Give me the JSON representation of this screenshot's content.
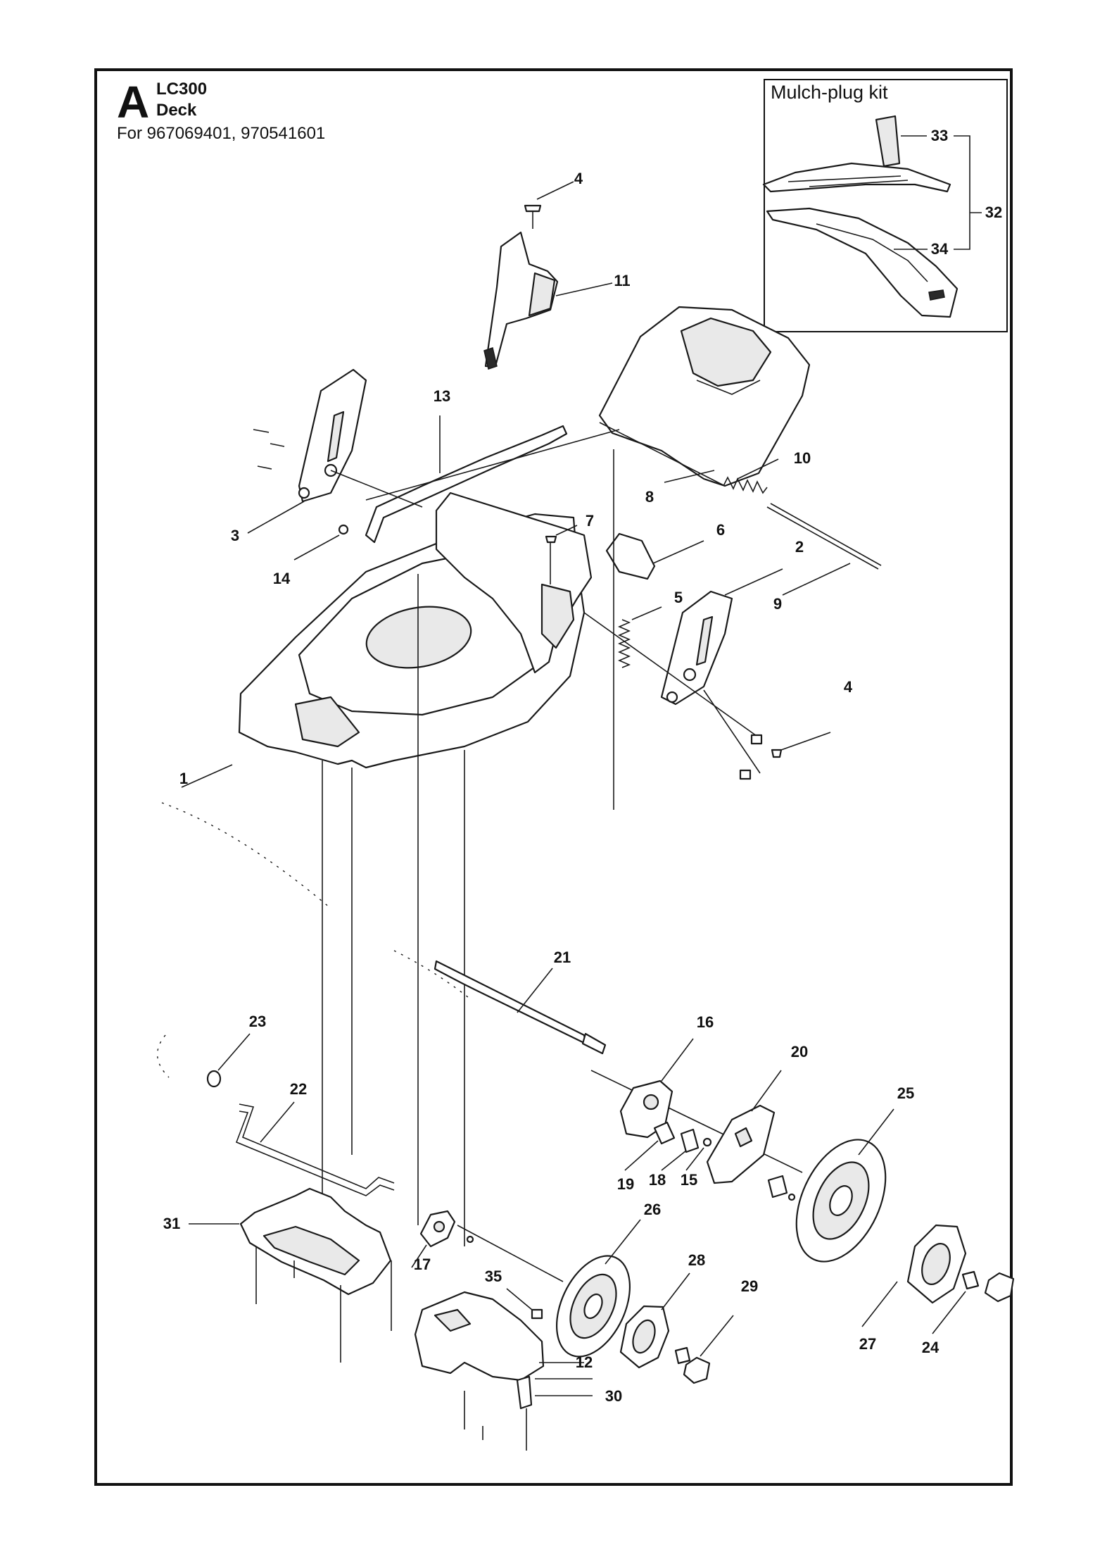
{
  "header": {
    "section_letter": "A",
    "model": "LC300",
    "assembly": "Deck",
    "applies_to": "For 967069401, 970541601"
  },
  "kit": {
    "title": "Mulch-plug kit"
  },
  "callouts": [
    {
      "id": "c-4a",
      "label": "4"
    },
    {
      "id": "c-11",
      "label": "11"
    },
    {
      "id": "c-13",
      "label": "13"
    },
    {
      "id": "c-10",
      "label": "10"
    },
    {
      "id": "c-8",
      "label": "8"
    },
    {
      "id": "c-3",
      "label": "3"
    },
    {
      "id": "c-7",
      "label": "7"
    },
    {
      "id": "c-6",
      "label": "6"
    },
    {
      "id": "c-2",
      "label": "2"
    },
    {
      "id": "c-14",
      "label": "14"
    },
    {
      "id": "c-5",
      "label": "5"
    },
    {
      "id": "c-9",
      "label": "9"
    },
    {
      "id": "c-4b",
      "label": "4"
    },
    {
      "id": "c-1",
      "label": "1"
    },
    {
      "id": "c-21",
      "label": "21"
    },
    {
      "id": "c-16",
      "label": "16"
    },
    {
      "id": "c-20",
      "label": "20"
    },
    {
      "id": "c-23",
      "label": "23"
    },
    {
      "id": "c-22",
      "label": "22"
    },
    {
      "id": "c-25",
      "label": "25"
    },
    {
      "id": "c-19",
      "label": "19"
    },
    {
      "id": "c-18",
      "label": "18"
    },
    {
      "id": "c-15",
      "label": "15"
    },
    {
      "id": "c-31",
      "label": "31"
    },
    {
      "id": "c-26",
      "label": "26"
    },
    {
      "id": "c-17",
      "label": "17"
    },
    {
      "id": "c-28",
      "label": "28"
    },
    {
      "id": "c-35",
      "label": "35"
    },
    {
      "id": "c-29",
      "label": "29"
    },
    {
      "id": "c-27",
      "label": "27"
    },
    {
      "id": "c-24",
      "label": "24"
    },
    {
      "id": "c-12",
      "label": "12"
    },
    {
      "id": "c-30",
      "label": "30"
    },
    {
      "id": "c-33",
      "label": "33"
    },
    {
      "id": "c-32",
      "label": "32"
    },
    {
      "id": "c-34",
      "label": "34"
    }
  ]
}
